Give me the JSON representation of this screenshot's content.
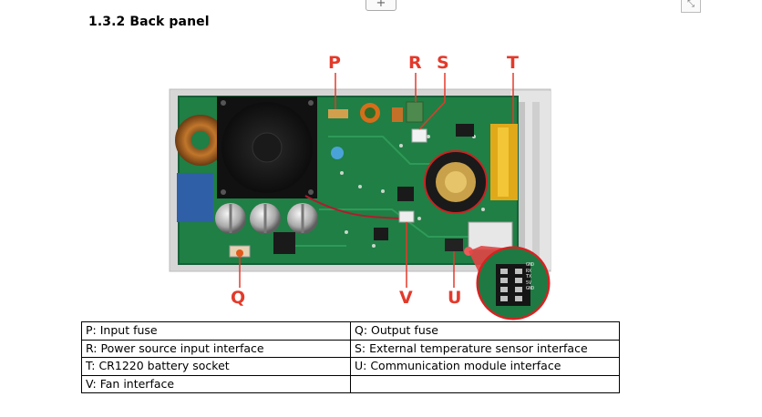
{
  "toolbar": {
    "add_label": "+",
    "expand_label": "⤡"
  },
  "section": {
    "heading": "1.3.2  Back panel"
  },
  "callouts": {
    "p": "P",
    "r": "R",
    "s": "S",
    "t": "T",
    "q": "Q",
    "v": "V",
    "u": "U"
  },
  "pin_labels": [
    "GND",
    "RX",
    "TX",
    "5V",
    "GND"
  ],
  "legend": {
    "rows": [
      [
        "P: Input fuse",
        "Q: Output fuse"
      ],
      [
        "R: Power source input interface",
        "S: External temperature sensor interface"
      ],
      [
        "T: CR1220 battery socket",
        "U: Communication module interface"
      ],
      [
        "V: Fan interface",
        ""
      ]
    ]
  },
  "colors": {
    "callout": "#e33a2b",
    "pcb": "#1f7f45",
    "case": "#d9d9d9"
  }
}
